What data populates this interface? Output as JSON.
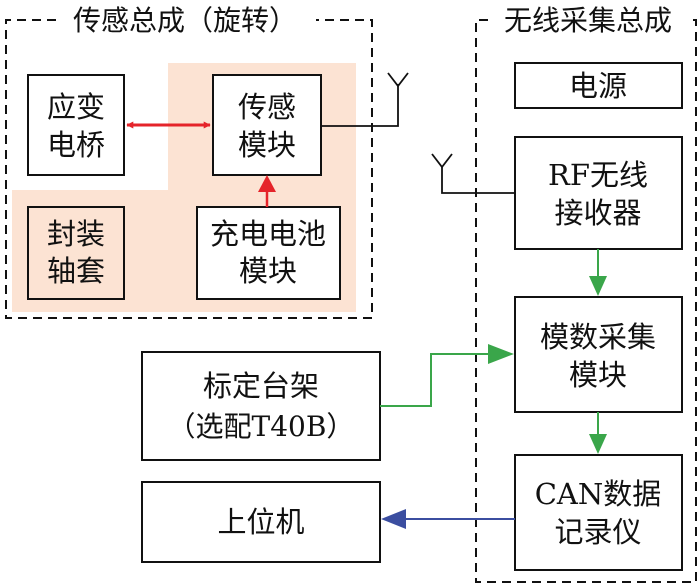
{
  "groups": {
    "sensor_assembly": "传感总成（旋转）",
    "wireless_assembly": "无线采集总成"
  },
  "blocks": {
    "strain_bridge": [
      "应变",
      "电桥"
    ],
    "sensor_module": [
      "传感",
      "模块"
    ],
    "sealing_sleeve": [
      "封装",
      "轴套"
    ],
    "battery_module": [
      "充电电池",
      "模块"
    ],
    "power": [
      "电源"
    ],
    "rf_receiver": [
      "RF无线",
      "接收器"
    ],
    "adc_module": [
      "模数采集",
      "模块"
    ],
    "calibration_rig": [
      "标定台架",
      "（选配T40B）"
    ],
    "can_logger": [
      "CAN数据",
      "记录仪"
    ],
    "host_pc": [
      "上位机"
    ]
  },
  "colors": {
    "zone_fill": "#fce3d3",
    "red_arrow": "#e5242a",
    "green_arrow": "#3aa64a",
    "blue_arrow": "#3b4ea0",
    "line": "#111111"
  }
}
